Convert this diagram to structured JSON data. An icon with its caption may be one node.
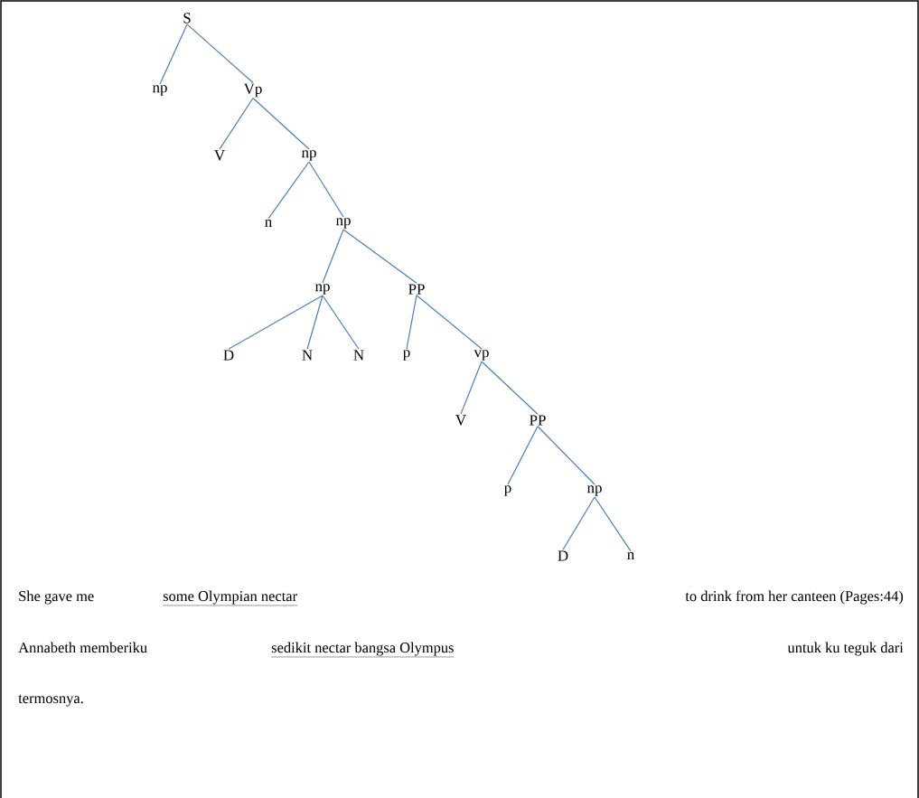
{
  "diagram": {
    "nodes": [
      {
        "text": [
          "S"
        ]
      },
      {
        "text": [
          "np"
        ]
      },
      {
        "text": [
          "Vp"
        ]
      },
      {
        "text": [
          "V"
        ]
      },
      {
        "text": [
          "np"
        ]
      },
      {
        "text": [
          "n"
        ]
      },
      {
        "text": [
          "np"
        ]
      },
      {
        "text": [
          "np"
        ]
      },
      {
        "text": [
          "PP"
        ]
      },
      {
        "text": [
          "D"
        ]
      },
      {
        "text": [
          "N"
        ]
      },
      {
        "text": [
          "N"
        ]
      },
      {
        "text": [
          "p"
        ]
      },
      {
        "text": [
          "vp"
        ]
      },
      {
        "text": [
          "V"
        ]
      },
      {
        "text": [
          "PP"
        ]
      },
      {
        "text": [
          "p"
        ]
      },
      {
        "text": [
          "np"
        ]
      },
      {
        "text": [
          "D"
        ]
      },
      {
        "text": [
          "n"
        ]
      }
    ],
    "edges": [
      {
        "from": 0,
        "to": 1,
        "arrow": "none"
      },
      {
        "from": 0,
        "to": 2,
        "arrow": "none"
      },
      {
        "from": 2,
        "to": 3,
        "arrow": "none"
      },
      {
        "from": 2,
        "to": 4,
        "arrow": "none"
      },
      {
        "from": 4,
        "to": 5,
        "arrow": "none"
      },
      {
        "from": 4,
        "to": 6,
        "arrow": "none"
      },
      {
        "from": 6,
        "to": 7,
        "arrow": "none"
      },
      {
        "from": 6,
        "to": 8,
        "arrow": "none"
      },
      {
        "from": 7,
        "to": 9,
        "arrow": "none"
      },
      {
        "from": 7,
        "to": 10,
        "arrow": "none"
      },
      {
        "from": 7,
        "to": 11,
        "arrow": "none"
      },
      {
        "from": 8,
        "to": 12,
        "arrow": "none"
      },
      {
        "from": 8,
        "to": 13,
        "arrow": "none"
      },
      {
        "from": 13,
        "to": 14,
        "arrow": "none"
      },
      {
        "from": 13,
        "to": 15,
        "arrow": "none"
      },
      {
        "from": 15,
        "to": 16,
        "arrow": "none"
      },
      {
        "from": 15,
        "to": 17,
        "arrow": "none"
      },
      {
        "from": 17,
        "to": 18,
        "arrow": "none"
      },
      {
        "from": 17,
        "to": 19,
        "arrow": "none"
      }
    ],
    "labels": [
      "She gave me",
      "some Olympian nectar",
      "to drink from her canteen (Pages:44)",
      "Annabeth memberiku",
      "sedikit nectar bangsa Olympus",
      "untuk ku teguk dari",
      "termosnya."
    ]
  }
}
